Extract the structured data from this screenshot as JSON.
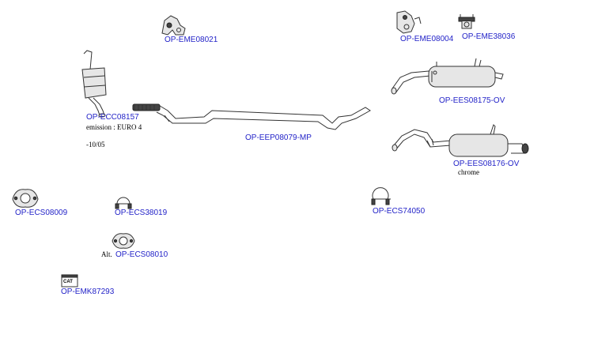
{
  "parts": {
    "eme08021": "OP-EME08021",
    "eme08004": "OP-EME08004",
    "eme38036": "OP-EME38036",
    "ecc08157": "OP-ECC08157",
    "ees08175": "OP-EES08175-OV",
    "eep08079": "OP-EEP08079-MP",
    "ees08176": "OP-EES08176-OV",
    "ecs08009": "OP-ECS08009",
    "ecs38019": "OP-ECS38019",
    "ecs74050": "OP-ECS74050",
    "ecs08010": "OP-ECS08010",
    "emk87293": "OP-EMK87293"
  },
  "notes": {
    "emission": "emission : EURO 4",
    "date": "-10/05",
    "chrome": "chrome",
    "alt": "Alt."
  },
  "icons": {
    "kit_label": "CAT"
  }
}
